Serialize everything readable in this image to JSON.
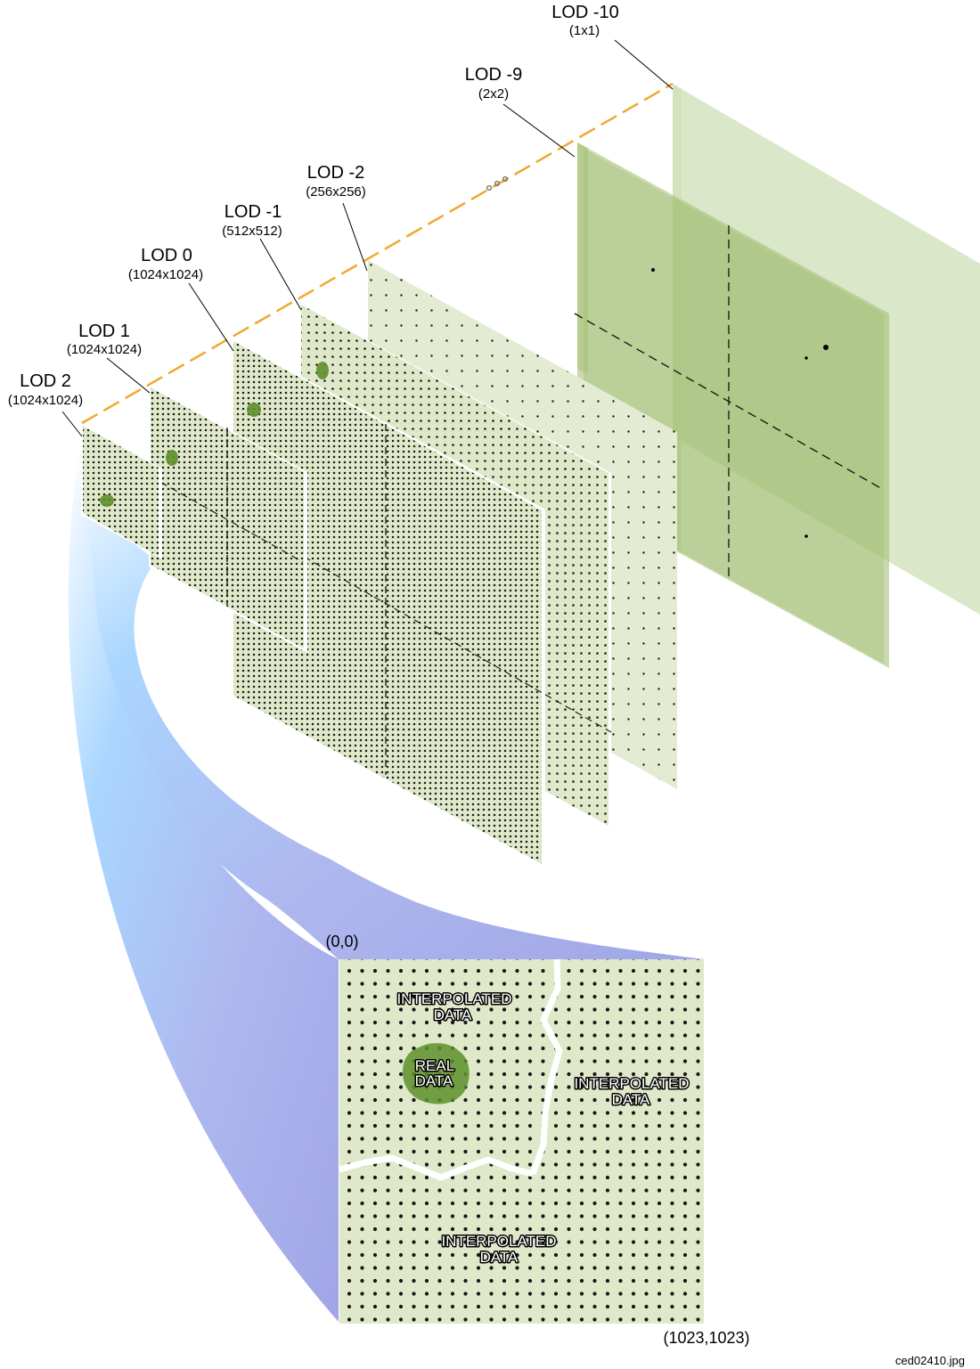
{
  "lod_levels": [
    {
      "name": "LOD -10",
      "size": "(1x1)"
    },
    {
      "name": "LOD -9",
      "size": "(2x2)"
    },
    {
      "name": "LOD -2",
      "size": "(256x256)"
    },
    {
      "name": "LOD -1",
      "size": "(512x512)"
    },
    {
      "name": "LOD 0",
      "size": "(1024x1024)"
    },
    {
      "name": "LOD 1",
      "size": "(1024x1024)"
    },
    {
      "name": "LOD 2",
      "size": "(1024x1024)"
    }
  ],
  "detail": {
    "origin_label": "(0,0)",
    "end_label": "(1023,1023)",
    "regions": {
      "top_left": [
        "INTERPOLATED",
        "DATA"
      ],
      "real": [
        "REAL",
        "DATA"
      ],
      "right": [
        "INTERPOLATED",
        "DATA"
      ],
      "bottom": [
        "INTERPOLATED",
        "DATA"
      ]
    }
  },
  "filename": "ced02410.jpg",
  "colors": {
    "pane_fill": "#dde8c8",
    "pane_dark": "#a9c47f",
    "accent_line": "#f0a830",
    "real_data": "#5e8f2c",
    "funnel_light": "#a9d6ff",
    "funnel_dark": "#a8a8e8"
  }
}
